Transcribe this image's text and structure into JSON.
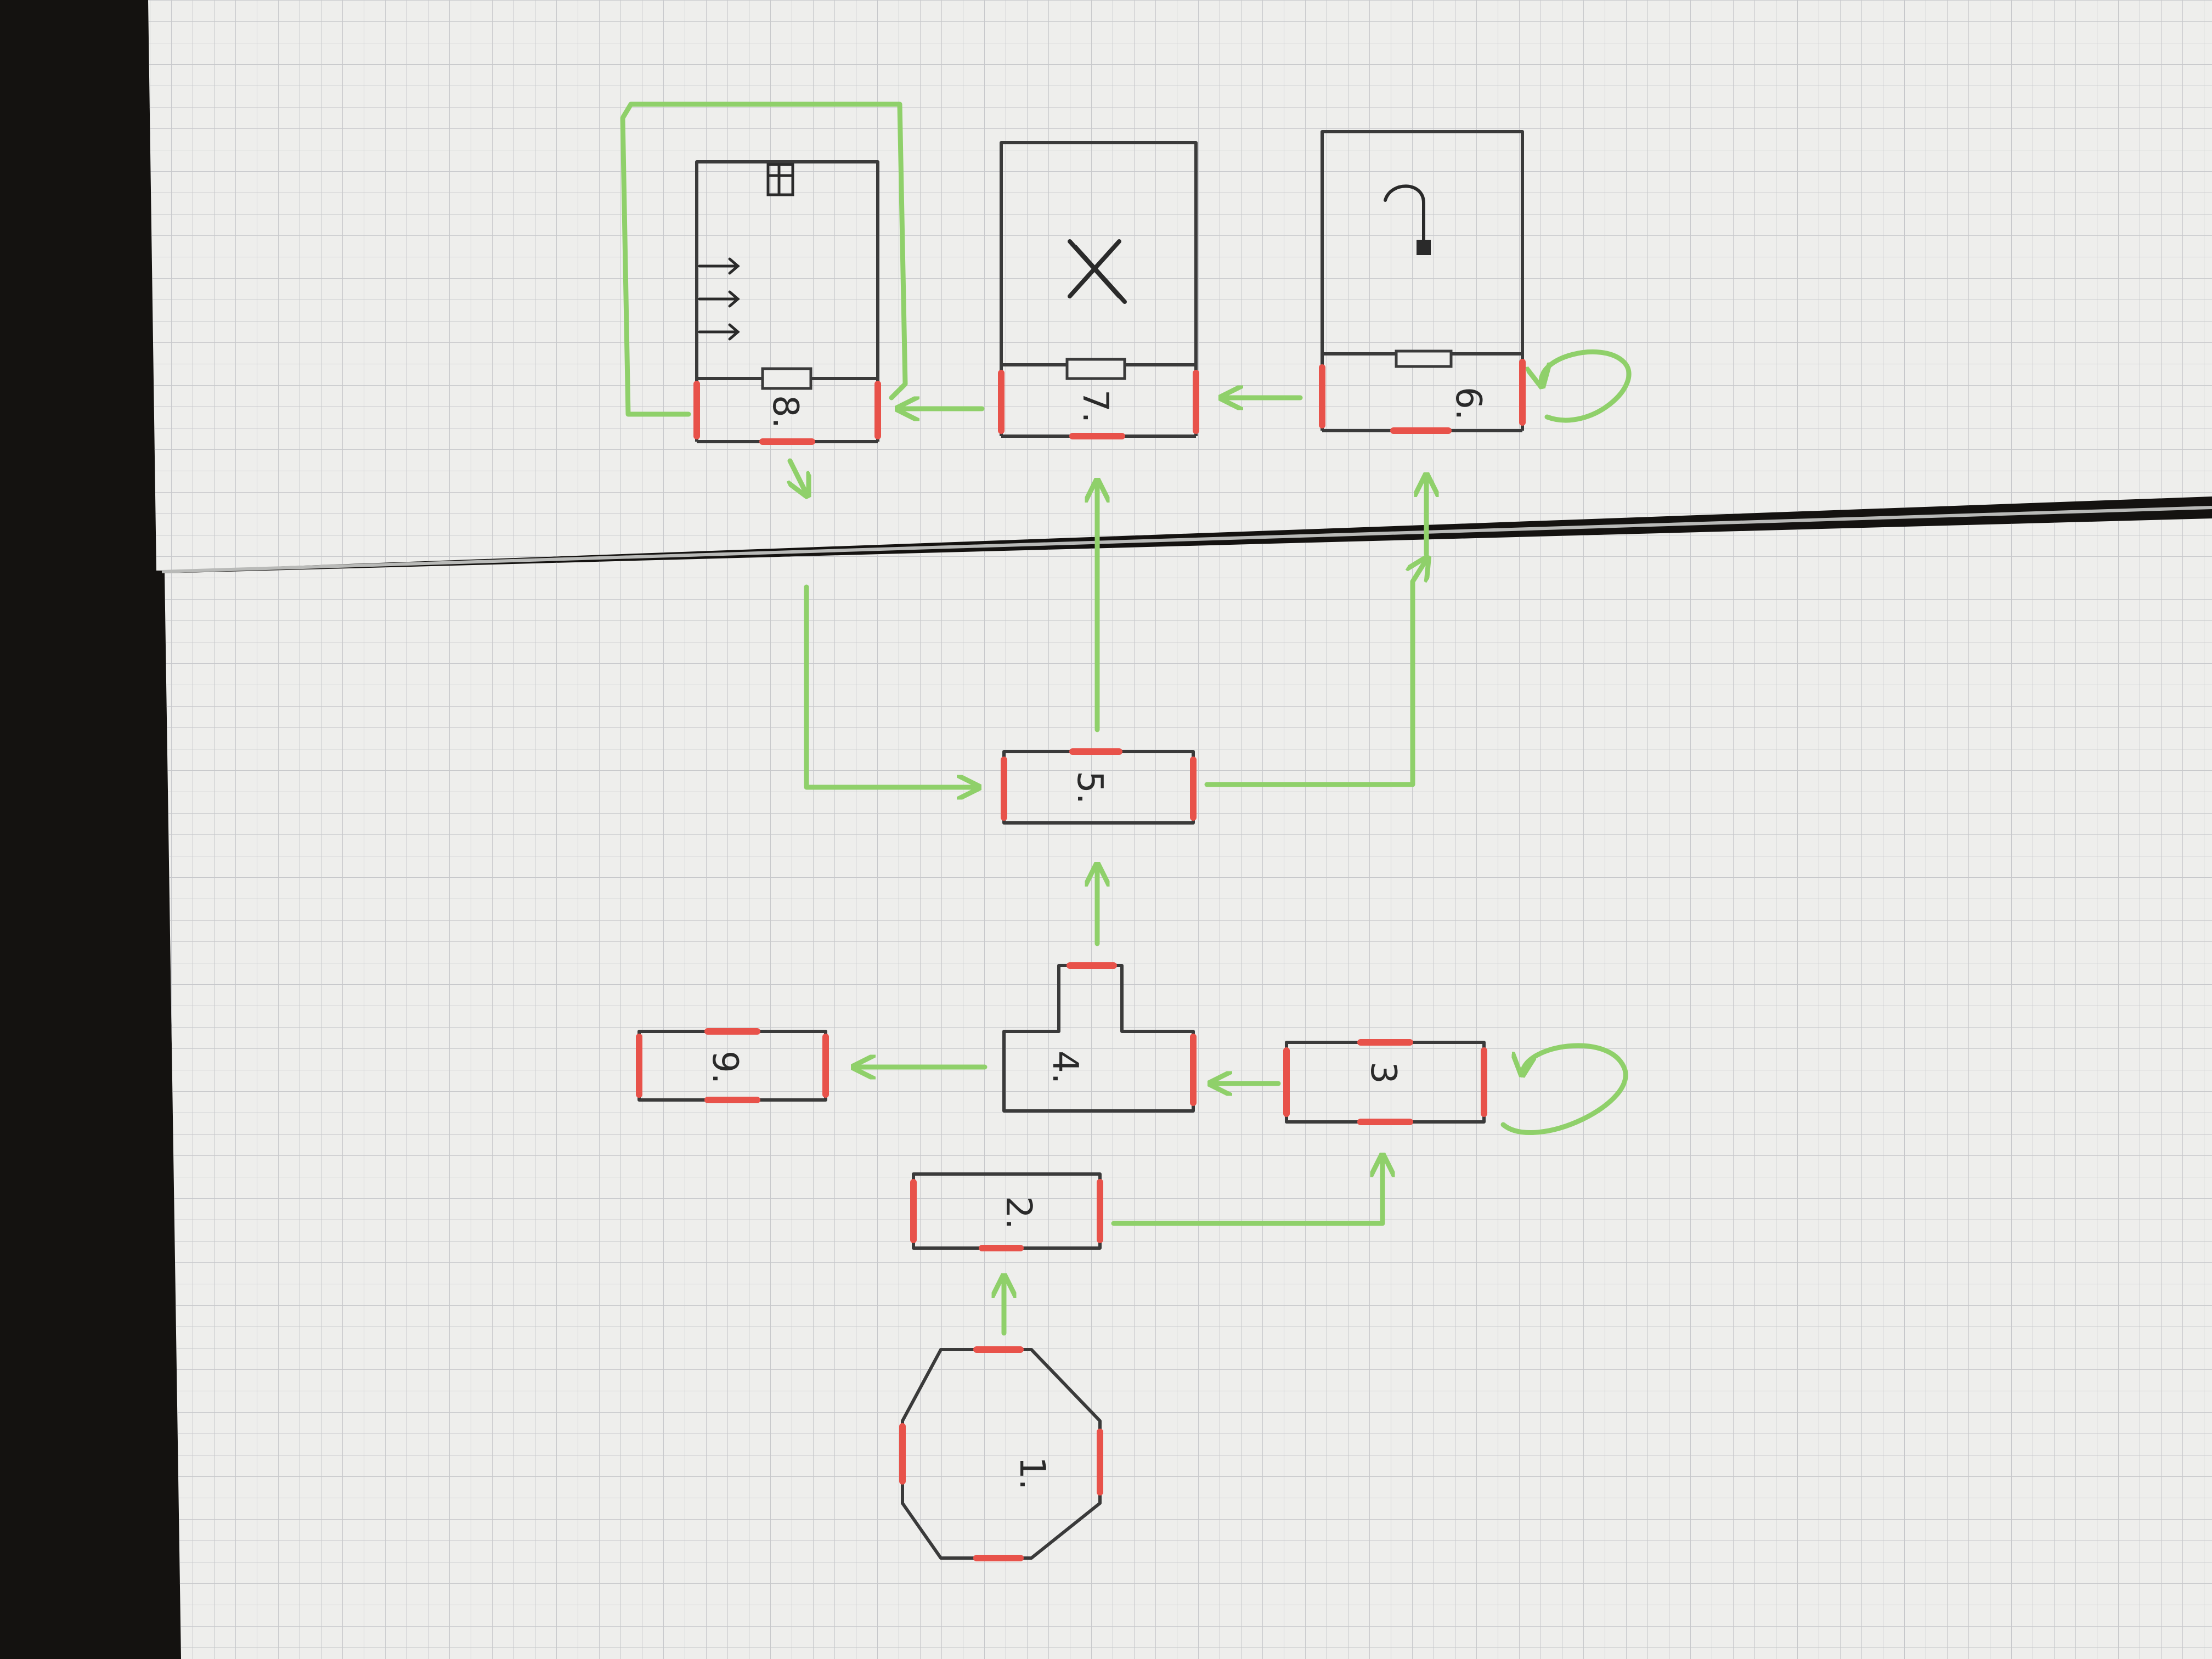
{
  "rooms": [
    {
      "id": "1",
      "label": "1."
    },
    {
      "id": "2",
      "label": "2."
    },
    {
      "id": "3",
      "label": "3"
    },
    {
      "id": "4",
      "label": "4."
    },
    {
      "id": "5",
      "label": "5."
    },
    {
      "id": "6",
      "label": "6."
    },
    {
      "id": "7",
      "label": "7."
    },
    {
      "id": "8",
      "label": "8."
    },
    {
      "id": "9",
      "label": "9."
    }
  ],
  "room_icons": [
    {
      "room": "8",
      "icons": [
        "arrows-icon",
        "chest-icon"
      ]
    },
    {
      "room": "7",
      "icons": [
        "x-mark-icon"
      ]
    },
    {
      "room": "6",
      "icons": [
        "hook-icon"
      ]
    }
  ],
  "colors": {
    "paper": "#eeeeec",
    "grid": "#c7c8cb",
    "wall": "#3a3a3a",
    "door": "#e8524a",
    "connection": "#8fd06a",
    "background": "#141210"
  }
}
